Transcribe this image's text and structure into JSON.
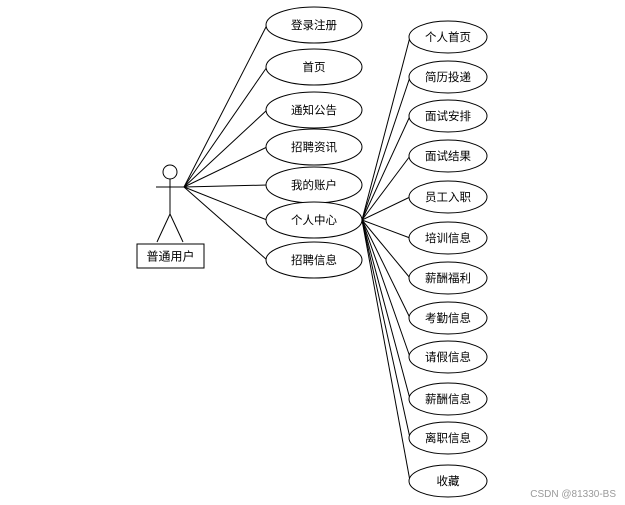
{
  "actor": {
    "label": "普通用户"
  },
  "level1": [
    {
      "key": "login",
      "label": "登录注册"
    },
    {
      "key": "home",
      "label": "首页"
    },
    {
      "key": "notice",
      "label": "通知公告"
    },
    {
      "key": "news",
      "label": "招聘资讯"
    },
    {
      "key": "account",
      "label": "我的账户"
    },
    {
      "key": "center",
      "label": "个人中心"
    },
    {
      "key": "jobs",
      "label": "招聘信息"
    }
  ],
  "level2": [
    {
      "key": "personal-home",
      "label": "个人首页"
    },
    {
      "key": "resume",
      "label": "简历投递"
    },
    {
      "key": "interview-schedule",
      "label": "面试安排"
    },
    {
      "key": "interview-result",
      "label": "面试结果"
    },
    {
      "key": "onboarding",
      "label": "员工入职"
    },
    {
      "key": "training",
      "label": "培训信息"
    },
    {
      "key": "benefits",
      "label": "薪酬福利"
    },
    {
      "key": "attendance",
      "label": "考勤信息"
    },
    {
      "key": "leave",
      "label": "请假信息"
    },
    {
      "key": "salary",
      "label": "薪酬信息"
    },
    {
      "key": "resignation",
      "label": "离职信息"
    },
    {
      "key": "favorites",
      "label": "收藏"
    }
  ],
  "watermark": "CSDN @81330-BS"
}
